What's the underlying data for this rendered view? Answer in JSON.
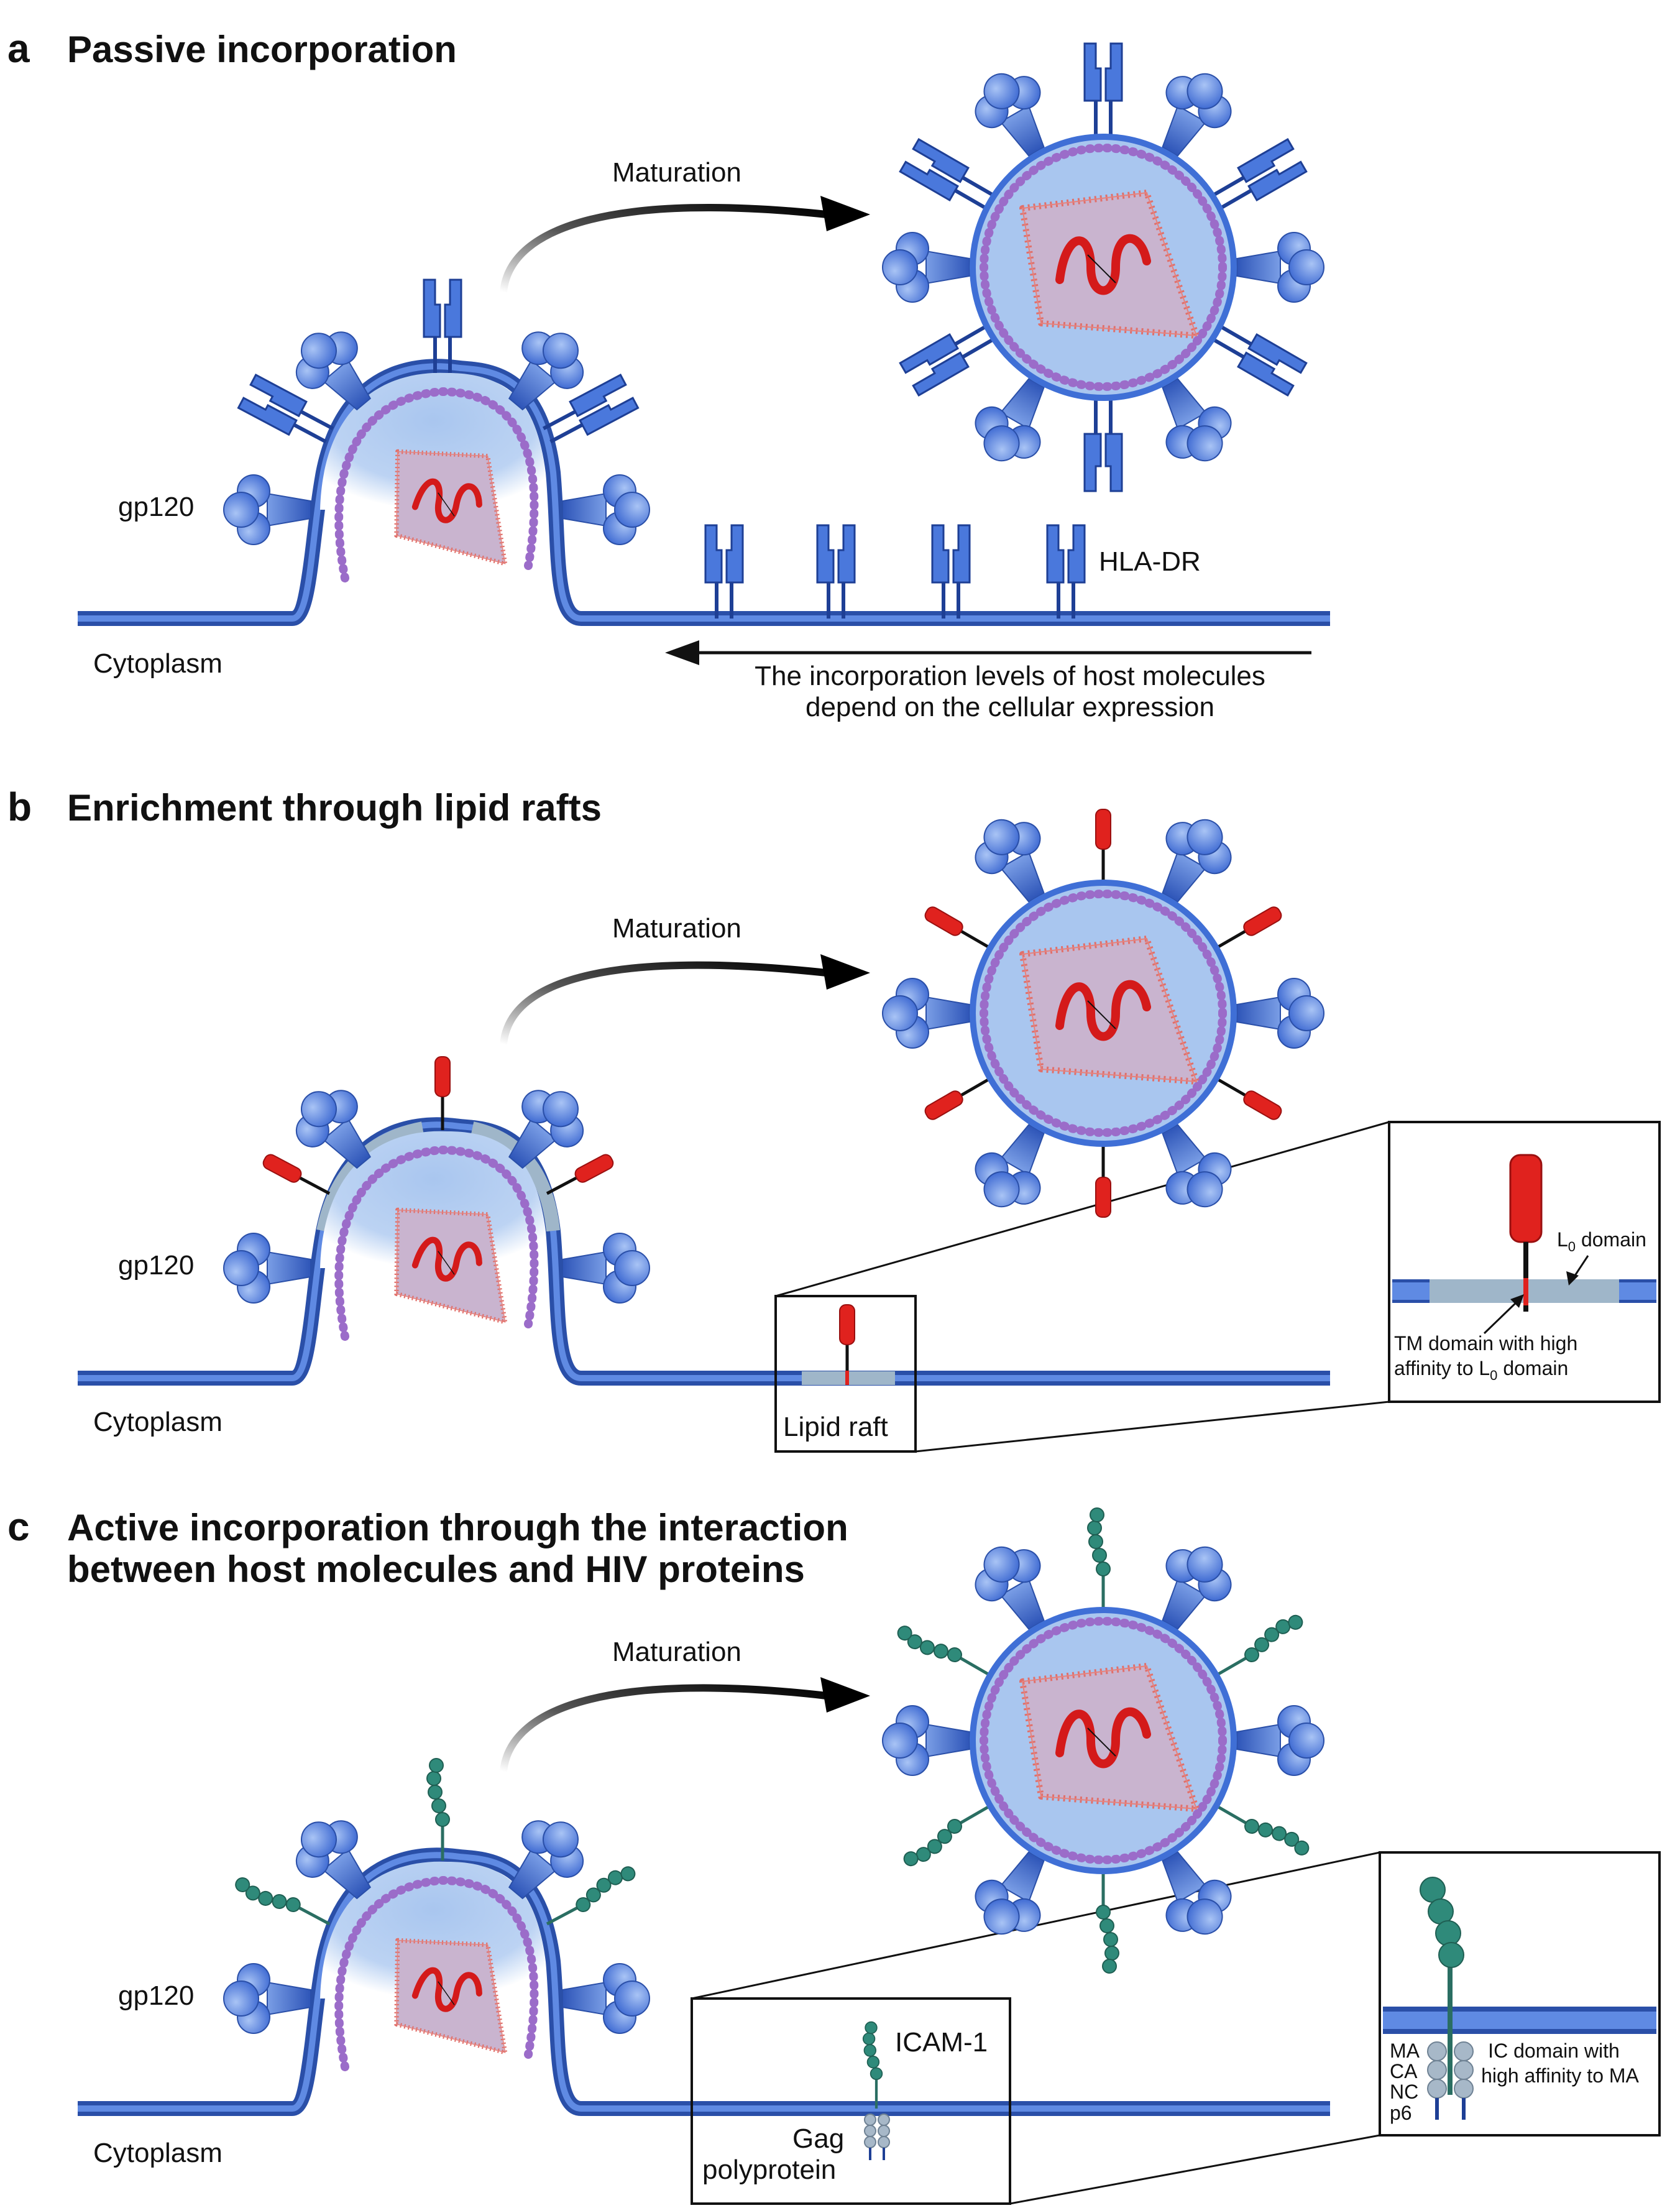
{
  "colors": {
    "membrane": "#3f6fd6",
    "membrane_dark": "#2a4fa8",
    "virion_fill": "#a9c6ef",
    "virion_light": "#dbe8fa",
    "matrix_bead": "#9b6cc9",
    "capsid_fill": "#c9b4cf",
    "capsid_beads": "#e0706b",
    "rna": "#d41a1a",
    "hla": "#3f6fd6",
    "raft_protein": "#e0221e",
    "raft_region": "#9fb6c9",
    "icam": "#2f8a7a",
    "gag": "#a7b8c8"
  },
  "panels": {
    "a": {
      "letter": "a",
      "title": "Passive incorporation",
      "maturation": "Maturation",
      "gp120": "gp120",
      "hla_label": "HLA-DR",
      "cytoplasm": "Cytoplasm",
      "note_line1": "The incorporation levels of host molecules",
      "note_line2": "depend on the cellular expression"
    },
    "b": {
      "letter": "b",
      "title": "Enrichment through lipid rafts",
      "maturation": "Maturation",
      "gp120": "gp120",
      "cytoplasm": "Cytoplasm",
      "lipid_raft": "Lipid raft",
      "lo_domain": "L",
      "lo_sub": "0",
      "lo_domain_word": " domain",
      "tm_line1": "TM domain with high",
      "tm_line2a": "affinity to L",
      "tm_line2_sub": "0",
      "tm_line2b": " domain"
    },
    "c": {
      "letter": "c",
      "title_line1": "Active incorporation through the interaction",
      "title_line2": "between host molecules and HIV proteins",
      "maturation": "Maturation",
      "gp120": "gp120",
      "cytoplasm": "Cytoplasm",
      "icam": "ICAM-1",
      "gag_line1": "Gag",
      "gag_line2": "polyprotein",
      "domains": [
        "MA",
        "CA",
        "NC",
        "p6"
      ],
      "ic_line1": "IC domain with",
      "ic_line2": "high affinity to MA"
    }
  }
}
